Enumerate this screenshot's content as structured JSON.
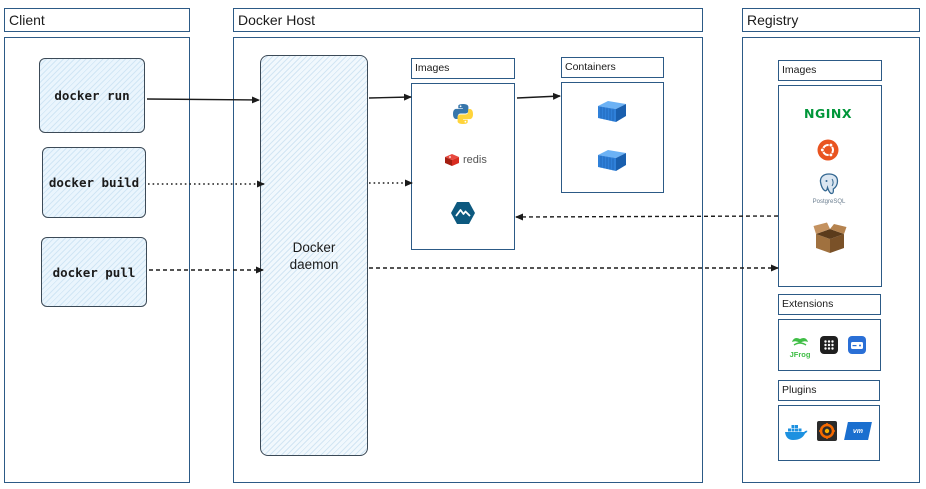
{
  "client": {
    "title": "Client",
    "commands": [
      "docker run",
      "docker build",
      "docker pull"
    ]
  },
  "host": {
    "title": "Docker Host",
    "daemon_line1": "Docker",
    "daemon_line2": "daemon",
    "images_title": "Images",
    "containers_title": "Containers",
    "images": [
      {
        "icon": "python-icon"
      },
      {
        "icon": "redis-icon",
        "label": "redis"
      },
      {
        "icon": "alpine-icon"
      }
    ],
    "containers": [
      {
        "icon": "container-icon"
      },
      {
        "icon": "container-icon"
      }
    ]
  },
  "registry": {
    "title": "Registry",
    "images_title": "Images",
    "extensions_title": "Extensions",
    "plugins_title": "Plugins",
    "images": [
      {
        "icon": "nginx-icon",
        "label": "NGINX"
      },
      {
        "icon": "ubuntu-icon"
      },
      {
        "icon": "postgresql-icon",
        "label": "PostgreSQL"
      },
      {
        "icon": "open-box-icon"
      }
    ],
    "extensions": [
      {
        "icon": "jfrog-icon",
        "label": "JFrog"
      },
      {
        "icon": "grid-app-icon"
      },
      {
        "icon": "disk-icon"
      }
    ],
    "plugins": [
      {
        "icon": "docker-whale-icon"
      },
      {
        "icon": "grafana-icon"
      },
      {
        "icon": "vmware-icon",
        "label": "vm"
      }
    ]
  },
  "colors": {
    "border": "#2c5a86",
    "arrow": "#1b1b1b",
    "container_blue": "#2f80d9",
    "nginx_green": "#009639",
    "ubuntu_orange": "#e95420",
    "redis_red": "#d82c20",
    "python_blue": "#3776ab",
    "python_yellow": "#ffd43b"
  }
}
